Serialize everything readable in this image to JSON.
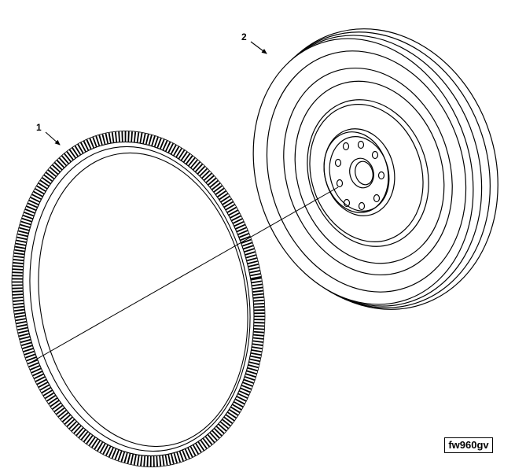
{
  "callouts": {
    "ring_gear": "1",
    "flywheel": "2"
  },
  "figure_id": "fw960gv",
  "colors": {
    "line": "#000000",
    "background": "#ffffff"
  },
  "icons": {
    "ring_gear": "ring-gear-drawing",
    "flywheel": "flywheel-drawing"
  }
}
